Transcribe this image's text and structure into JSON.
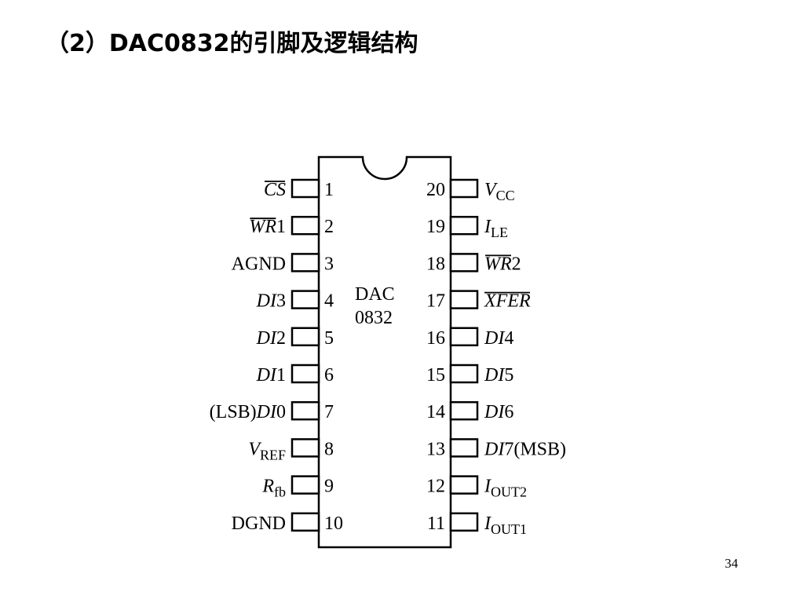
{
  "slide": {
    "title": "（2）DAC0832的引脚及逻辑结构",
    "page_number": "34"
  },
  "chip": {
    "name_line1": "DAC",
    "name_line2": "0832"
  },
  "left_pins": [
    {
      "num": "1",
      "parts": [
        {
          "t": "CS",
          "i": true,
          "o": true
        }
      ]
    },
    {
      "num": "2",
      "parts": [
        {
          "t": "WR",
          "i": true,
          "o": true
        },
        {
          "t": "1"
        }
      ]
    },
    {
      "num": "3",
      "parts": [
        {
          "t": "AGND"
        }
      ]
    },
    {
      "num": "4",
      "parts": [
        {
          "t": "DI",
          "i": true
        },
        {
          "t": "3"
        }
      ]
    },
    {
      "num": "5",
      "parts": [
        {
          "t": "DI",
          "i": true
        },
        {
          "t": "2"
        }
      ]
    },
    {
      "num": "6",
      "parts": [
        {
          "t": "DI",
          "i": true
        },
        {
          "t": "1"
        }
      ]
    },
    {
      "num": "7",
      "parts": [
        {
          "t": "(LSB)"
        },
        {
          "t": "DI",
          "i": true
        },
        {
          "t": "0"
        }
      ]
    },
    {
      "num": "8",
      "parts": [
        {
          "t": "V",
          "i": true
        },
        {
          "t": "REF",
          "sub": true
        }
      ]
    },
    {
      "num": "9",
      "parts": [
        {
          "t": "R",
          "i": true
        },
        {
          "t": "fb",
          "sub": true
        }
      ]
    },
    {
      "num": "10",
      "parts": [
        {
          "t": "DGND"
        }
      ]
    }
  ],
  "right_pins": [
    {
      "num": "20",
      "parts": [
        {
          "t": "V",
          "i": true
        },
        {
          "t": "CC",
          "sub": true
        }
      ]
    },
    {
      "num": "19",
      "parts": [
        {
          "t": "I",
          "i": true
        },
        {
          "t": "LE",
          "sub": true
        }
      ]
    },
    {
      "num": "18",
      "parts": [
        {
          "t": "WR",
          "i": true,
          "o": true
        },
        {
          "t": "2"
        }
      ]
    },
    {
      "num": "17",
      "parts": [
        {
          "t": "XFER",
          "i": true,
          "o": true
        }
      ]
    },
    {
      "num": "16",
      "parts": [
        {
          "t": "DI",
          "i": true
        },
        {
          "t": "4"
        }
      ]
    },
    {
      "num": "15",
      "parts": [
        {
          "t": "DI",
          "i": true
        },
        {
          "t": "5"
        }
      ]
    },
    {
      "num": "14",
      "parts": [
        {
          "t": "DI",
          "i": true
        },
        {
          "t": "6"
        }
      ]
    },
    {
      "num": "13",
      "parts": [
        {
          "t": "DI",
          "i": true
        },
        {
          "t": "7"
        },
        {
          "t": "(MSB)"
        }
      ]
    },
    {
      "num": "12",
      "parts": [
        {
          "t": "I",
          "i": true
        },
        {
          "t": "OUT2",
          "sub": true
        }
      ]
    },
    {
      "num": "11",
      "parts": [
        {
          "t": "I",
          "i": true
        },
        {
          "t": "OUT1",
          "sub": true
        }
      ]
    }
  ]
}
